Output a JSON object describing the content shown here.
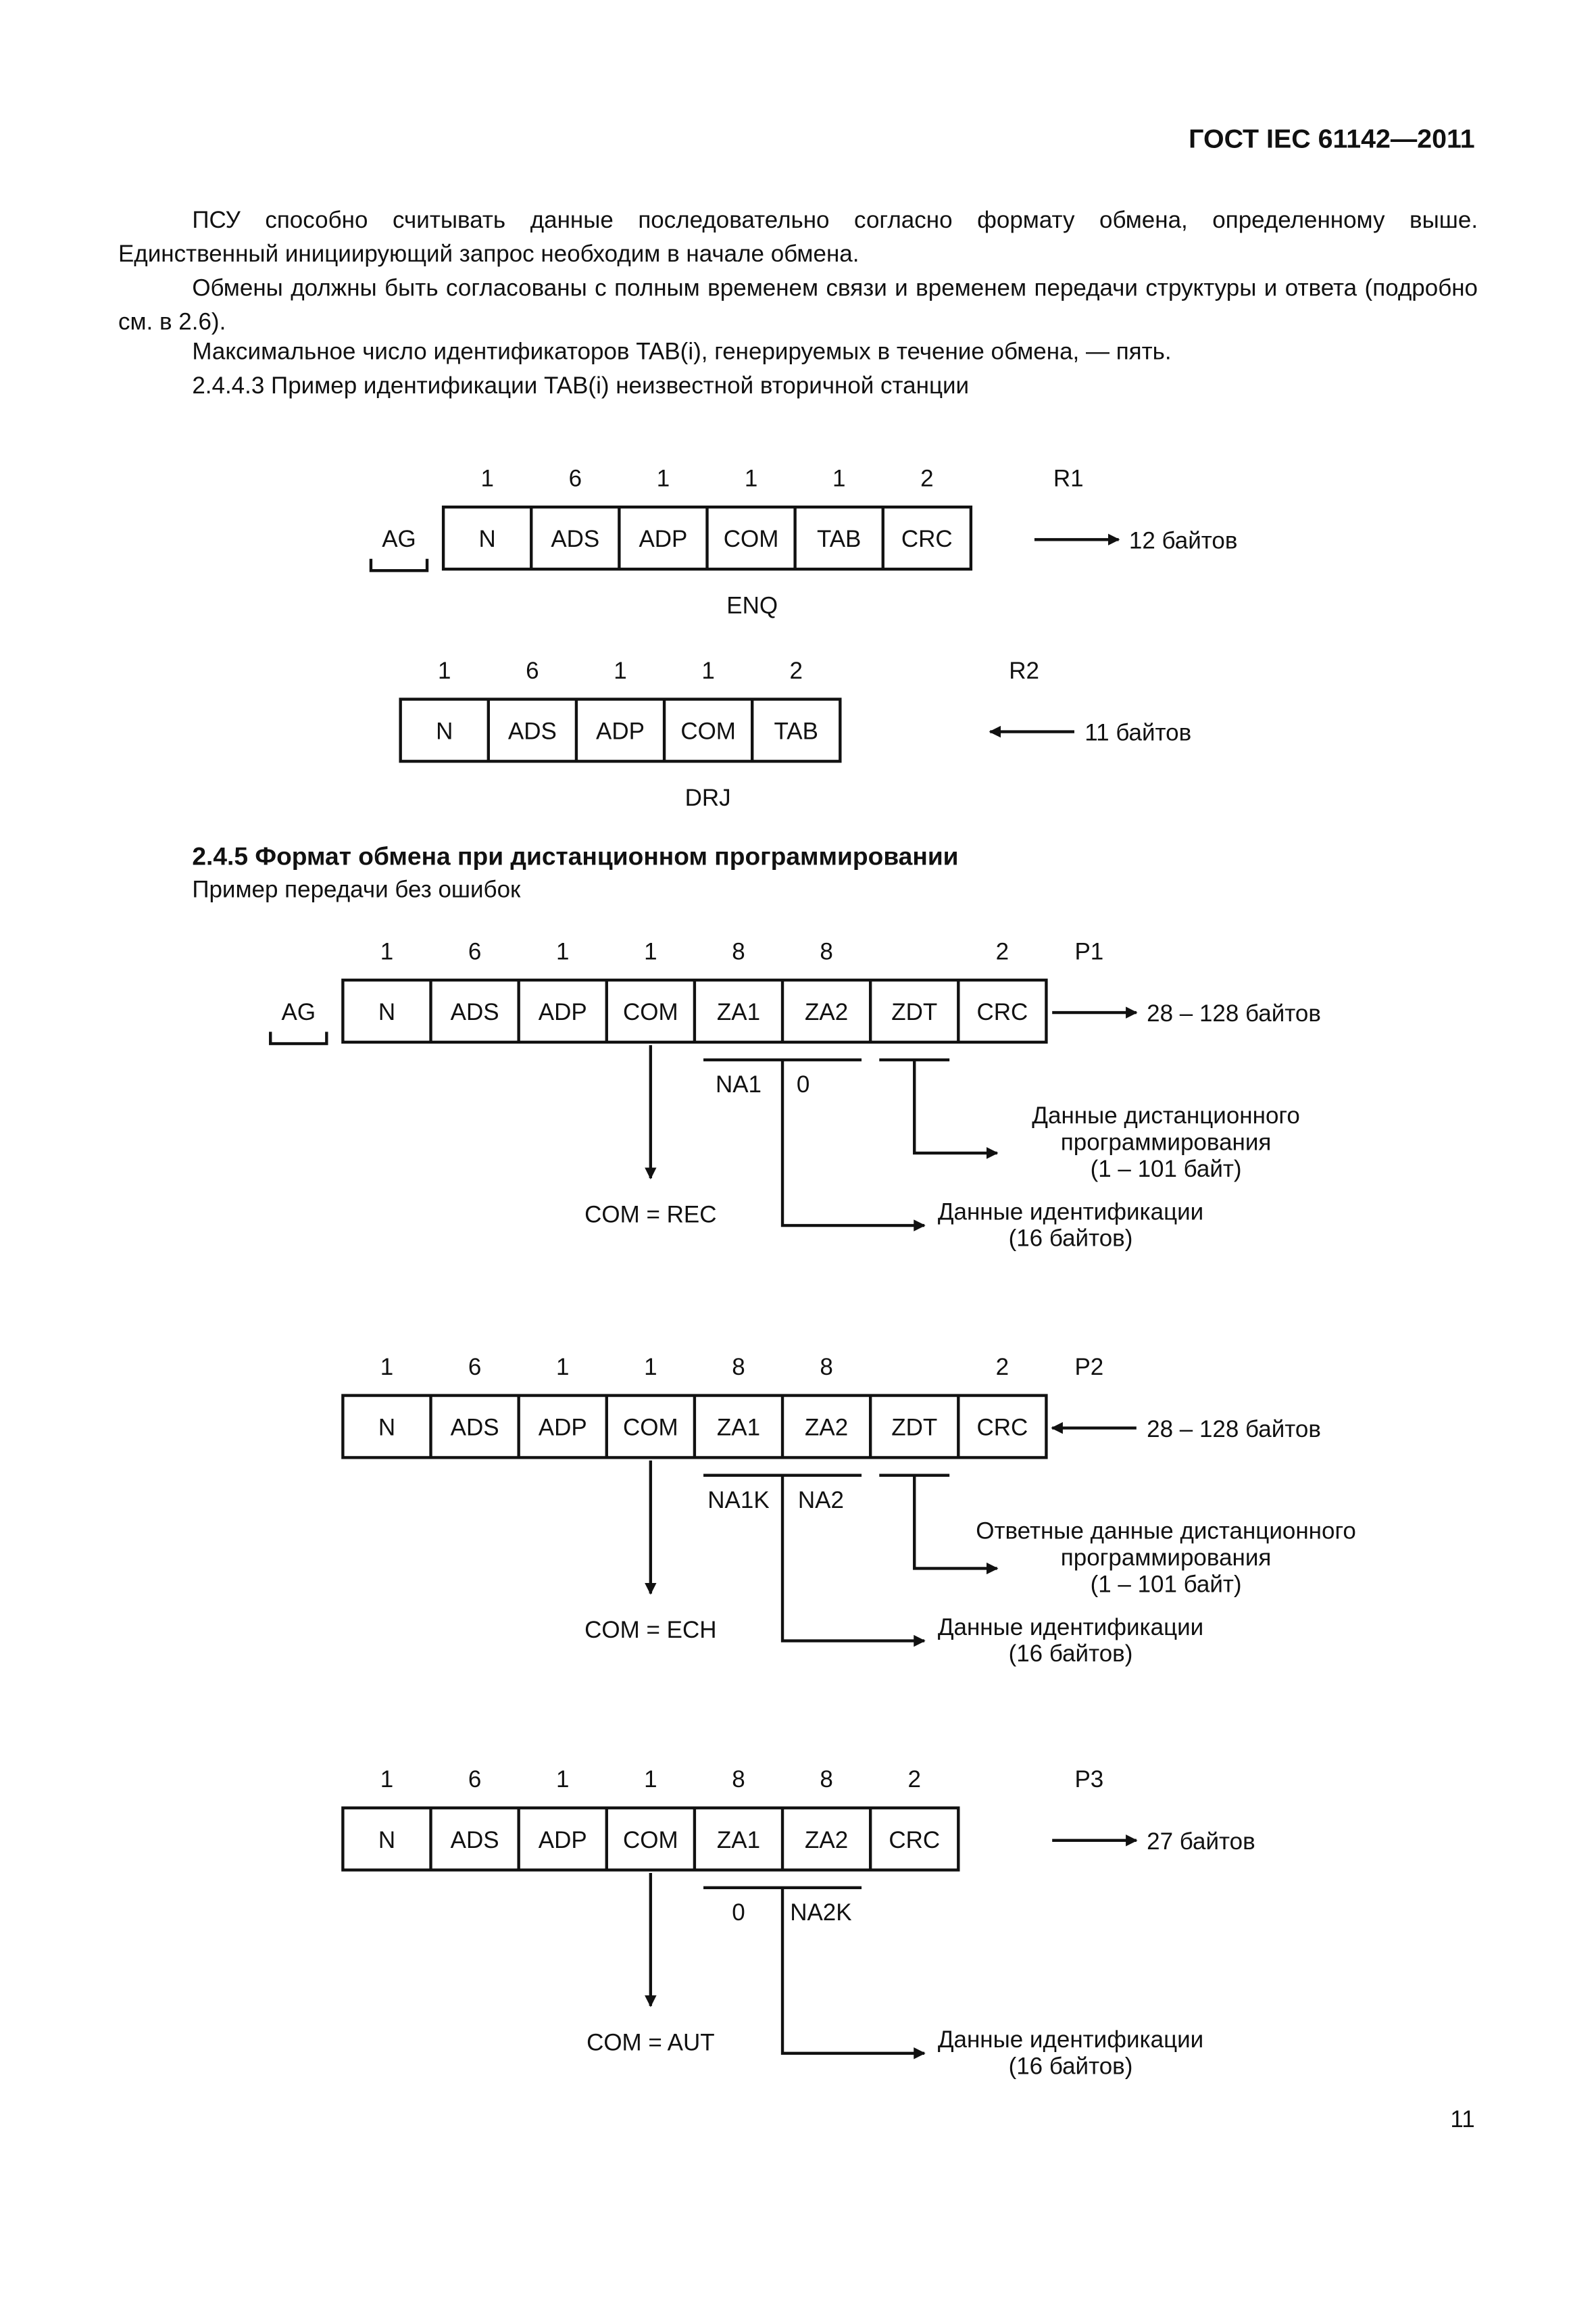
{
  "header": {
    "doc_id": "ГОСТ IEC 61142—2011"
  },
  "paragraphs": {
    "p1": "ПСУ способно считывать данные последовательно согласно формату обмена, определенному выше. Единственный инициирующий запрос необходим в начале обмена.",
    "p2": "Обмены должны быть согласованы с полным временем связи и временем передачи структуры и ответа (подробно см. в 2.6).",
    "p3": "Максимальное число идентификаторов TAB(i), генерируемых в течение обмена, — пять.",
    "p4": "2.4.4.3 Пример идентификации TAB(i) неизвестной вторичной станции"
  },
  "section": {
    "title": "2.4.5 Формат обмена при дистанционном программировании",
    "subtitle": "Пример передачи без ошибок"
  },
  "frames": {
    "r1": {
      "prefix": "AG",
      "fields": [
        "N",
        "ADS",
        "ADP",
        "COM",
        "TAB",
        "CRC"
      ],
      "sizes": [
        "1",
        "6",
        "1",
        "1",
        "1",
        "2"
      ],
      "label": "R1",
      "direction": "out",
      "bytes": "12 байтов",
      "caption": "ENQ"
    },
    "r2": {
      "fields": [
        "N",
        "ADS",
        "ADP",
        "COM",
        "TAB"
      ],
      "sizes": [
        "1",
        "6",
        "1",
        "1",
        "2"
      ],
      "label": "R2",
      "direction": "in",
      "bytes": "11 байтов",
      "caption": "DRJ"
    },
    "p1": {
      "prefix": "AG",
      "fields": [
        "N",
        "ADS",
        "ADP",
        "COM",
        "ZA1",
        "ZA2",
        "ZDT",
        "CRC"
      ],
      "sizes": [
        "1",
        "6",
        "1",
        "1",
        "8",
        "8",
        "",
        "2"
      ],
      "label": "P1",
      "direction": "out",
      "bytes": "28 – 128 байтов",
      "sub": [
        "NA1",
        "0"
      ],
      "com": "COM = REC",
      "zdt_note": [
        "Данные дистанционного",
        "программирования",
        "(1 – 101 байт)"
      ],
      "id_note": [
        "Данные идентификации",
        "(16 байтов)"
      ]
    },
    "p2": {
      "fields": [
        "N",
        "ADS",
        "ADP",
        "COM",
        "ZA1",
        "ZA2",
        "ZDT",
        "CRC"
      ],
      "sizes": [
        "1",
        "6",
        "1",
        "1",
        "8",
        "8",
        "",
        "2"
      ],
      "label": "P2",
      "direction": "in",
      "bytes": "28 – 128 байтов",
      "sub": [
        "NA1K",
        "NA2"
      ],
      "com": "COM = ECH",
      "zdt_note": [
        "Ответные данные дистанционного",
        "программирования",
        "(1 – 101 байт)"
      ],
      "id_note": [
        "Данные идентификации",
        "(16 байтов)"
      ]
    },
    "p3": {
      "fields": [
        "N",
        "ADS",
        "ADP",
        "COM",
        "ZA1",
        "ZA2",
        "CRC"
      ],
      "sizes": [
        "1",
        "6",
        "1",
        "1",
        "8",
        "8",
        "2"
      ],
      "label": "P3",
      "direction": "out",
      "bytes": "27 байтов",
      "sub": [
        "0",
        "NA2K"
      ],
      "com": "COM = AUT",
      "id_note": [
        "Данные идентификации",
        "(16 байтов)"
      ]
    }
  },
  "footer": {
    "page_number": "11"
  }
}
